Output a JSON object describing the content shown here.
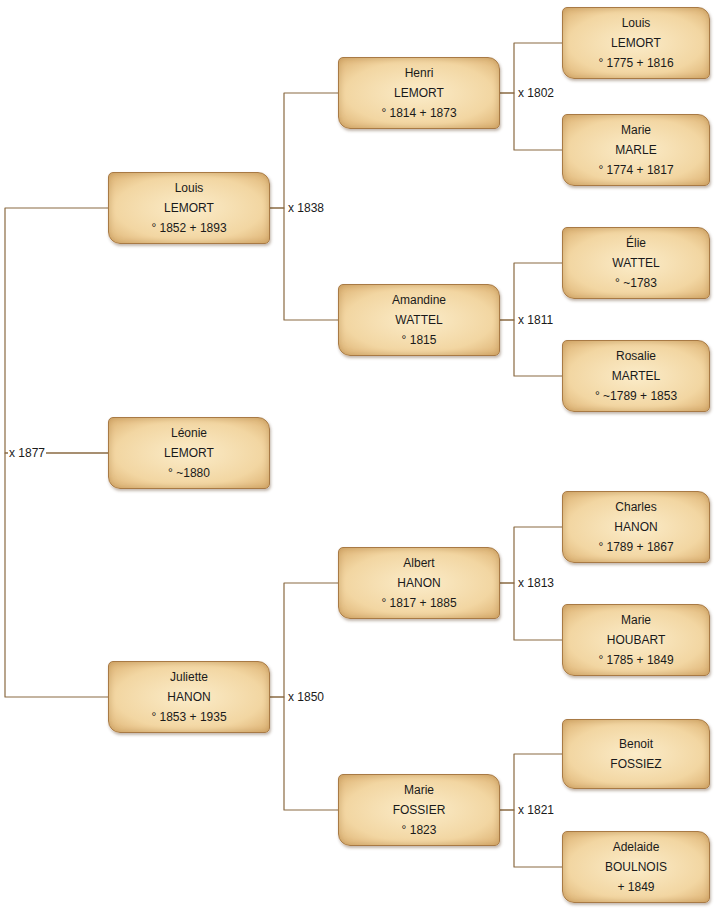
{
  "diagram": {
    "nodes": [
      {
        "text": [
          "Louis",
          "LEMORT",
          "° 1852 + 1893"
        ]
      },
      {
        "text": [
          "Henri",
          "LEMORT",
          "° 1814 + 1873"
        ]
      },
      {
        "text": [
          "Louis",
          "LEMORT",
          "° 1775 + 1816"
        ]
      },
      {
        "text": [
          "Marie",
          "MARLE",
          "° 1774 + 1817"
        ]
      },
      {
        "text": [
          "Amandine",
          "WATTEL",
          "° 1815"
        ]
      },
      {
        "text": [
          "Élie",
          "WATTEL",
          "° ~1783"
        ]
      },
      {
        "text": [
          "Rosalie",
          "MARTEL",
          "° ~1789 + 1853"
        ]
      },
      {
        "text": [
          "Léonie",
          "LEMORT",
          "° ~1880"
        ]
      },
      {
        "text": [
          "Juliette",
          "HANON",
          "° 1853 + 1935"
        ]
      },
      {
        "text": [
          "Albert",
          "HANON",
          "° 1817 + 1885"
        ]
      },
      {
        "text": [
          "Charles",
          "HANON",
          "° 1789 + 1867"
        ]
      },
      {
        "text": [
          "Marie",
          "HOUBART",
          "° 1785 + 1849"
        ]
      },
      {
        "text": [
          "Marie",
          "FOSSIER",
          "° 1823"
        ]
      },
      {
        "text": [
          "Benoit",
          "FOSSIEZ"
        ]
      },
      {
        "text": [
          "Adelaide",
          "BOULNOIS",
          "+ 1849"
        ]
      }
    ],
    "edges": [
      {
        "from": 7,
        "to": 0,
        "label": "x 1877",
        "arrow": "none"
      },
      {
        "from": 7,
        "to": 8,
        "arrow": "none"
      },
      {
        "from": 0,
        "to": 1,
        "label": "x 1838",
        "arrow": "none"
      },
      {
        "from": 0,
        "to": 4,
        "arrow": "none"
      },
      {
        "from": 1,
        "to": 2,
        "label": "x 1802",
        "arrow": "none"
      },
      {
        "from": 1,
        "to": 3,
        "arrow": "none"
      },
      {
        "from": 4,
        "to": 5,
        "label": "x 1811",
        "arrow": "none"
      },
      {
        "from": 4,
        "to": 6,
        "arrow": "none"
      },
      {
        "from": 8,
        "to": 9,
        "label": "x 1850",
        "arrow": "none"
      },
      {
        "from": 8,
        "to": 12,
        "arrow": "none"
      },
      {
        "from": 9,
        "to": 10,
        "label": "x 1813",
        "arrow": "none"
      },
      {
        "from": 9,
        "to": 11,
        "arrow": "none"
      },
      {
        "from": 12,
        "to": 13,
        "label": "x 1821",
        "arrow": "none"
      },
      {
        "from": 12,
        "to": 14,
        "arrow": "none"
      }
    ]
  }
}
